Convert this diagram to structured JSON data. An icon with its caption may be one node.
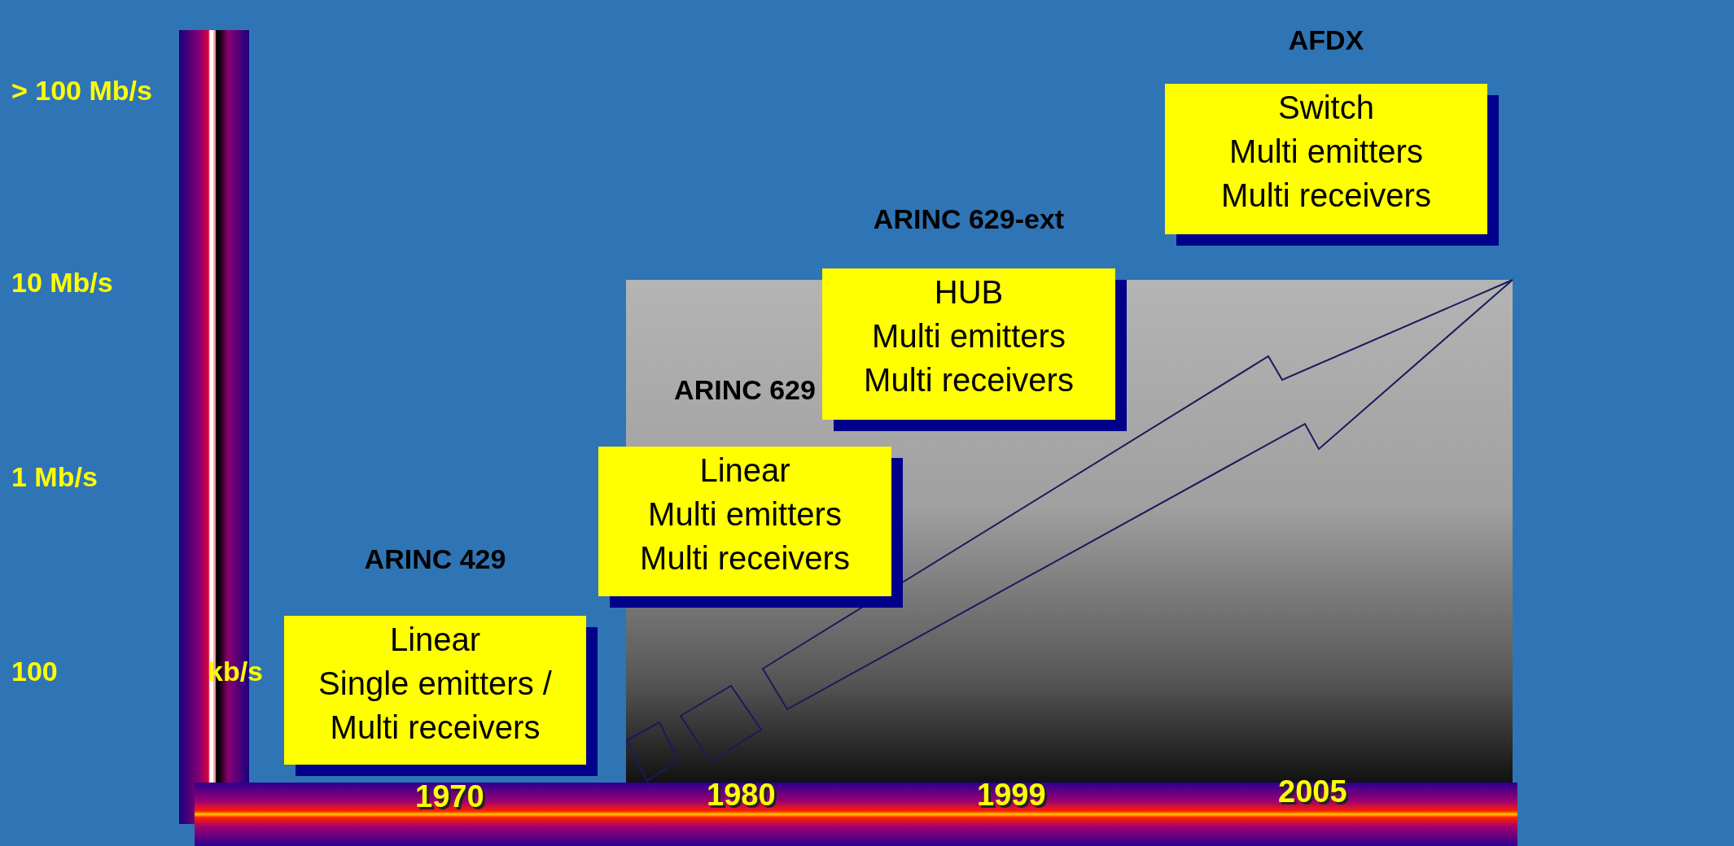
{
  "diagram": {
    "nodes": [
      {
        "text": [
          "ARINC 429",
          "Linear",
          "Single emitters / Multi receivers"
        ]
      },
      {
        "text": [
          "ARINC 629",
          "Linear",
          "Multi emitters Multi receivers"
        ]
      },
      {
        "text": [
          "ARINC 629-ext",
          "HUB",
          "Multi emitters Multi receivers"
        ]
      },
      {
        "text": [
          "AFDX",
          "Switch",
          "Multi emitters Multi receivers"
        ]
      }
    ],
    "labels": [
      "> 100 Mb/s",
      "10 Mb/s",
      "1 Mb/s",
      "100",
      "kb/s",
      "1970",
      "1980",
      "1999",
      "2005"
    ]
  }
}
